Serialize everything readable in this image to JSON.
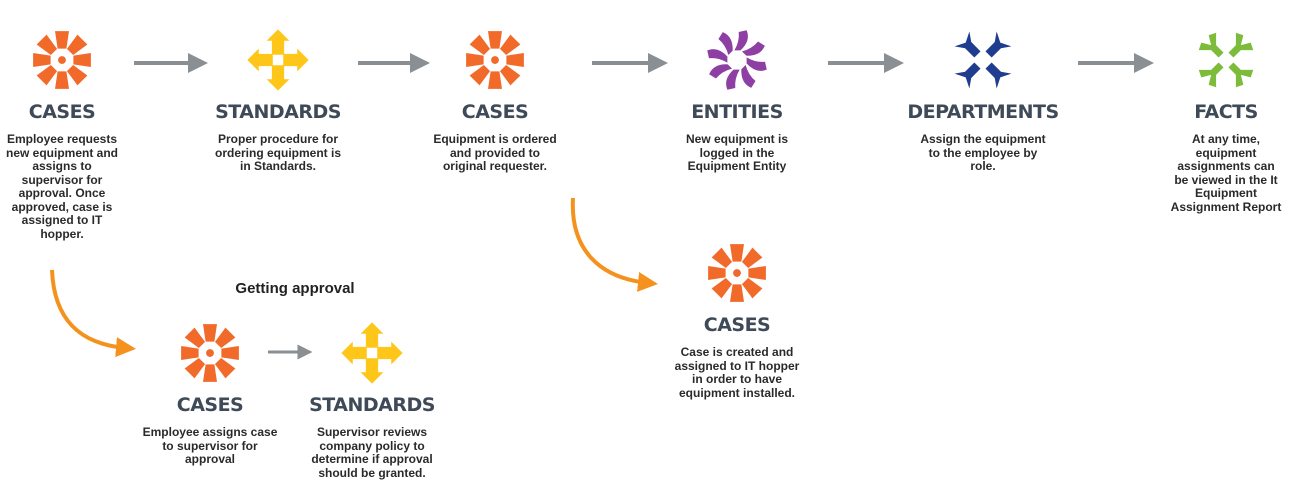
{
  "colors": {
    "cases": "#f26a2a",
    "standards": "#ffc61a",
    "entities": "#8e3fa3",
    "departments": "#1f3d8f",
    "facts": "#7dbb3a",
    "arrow_gray": "#8a8f94",
    "arrow_orange": "#f5921e"
  },
  "nodes": [
    {
      "id": "cases-1",
      "kind": "cases",
      "title": "CASES",
      "description": "Employee requests new equipment and assigns to supervisor for approval. Once approved, case is assigned to IT hopper."
    },
    {
      "id": "standards-1",
      "kind": "standards",
      "title": "STANDARDS",
      "description": "Proper procedure for ordering equipment is in Standards."
    },
    {
      "id": "cases-2",
      "kind": "cases",
      "title": "CASES",
      "description": "Equipment is ordered and provided to original requester."
    },
    {
      "id": "entities",
      "kind": "entities",
      "title": "ENTITIES",
      "description": "New equipment is logged in the Equipment Entity"
    },
    {
      "id": "departments",
      "kind": "departments",
      "title": "DEPARTMENTS",
      "description": "Assign the equipment to the employee by role."
    },
    {
      "id": "facts",
      "kind": "facts",
      "title": "FACTS",
      "description": "At any time, equipment assignments can be viewed in the It Equipment Assignment Report"
    },
    {
      "id": "cases-3",
      "kind": "cases",
      "title": "CASES",
      "description": "Case is created and assigned to IT hopper in order to have equipment installed."
    },
    {
      "id": "cases-4",
      "kind": "cases",
      "title": "CASES",
      "description": "Employee assigns case to supervisor for approval"
    },
    {
      "id": "standards-2",
      "kind": "standards",
      "title": "STANDARDS",
      "description": "Supervisor reviews company policy to determine if approval should be granted."
    }
  ],
  "group": {
    "title": "Getting approval"
  }
}
